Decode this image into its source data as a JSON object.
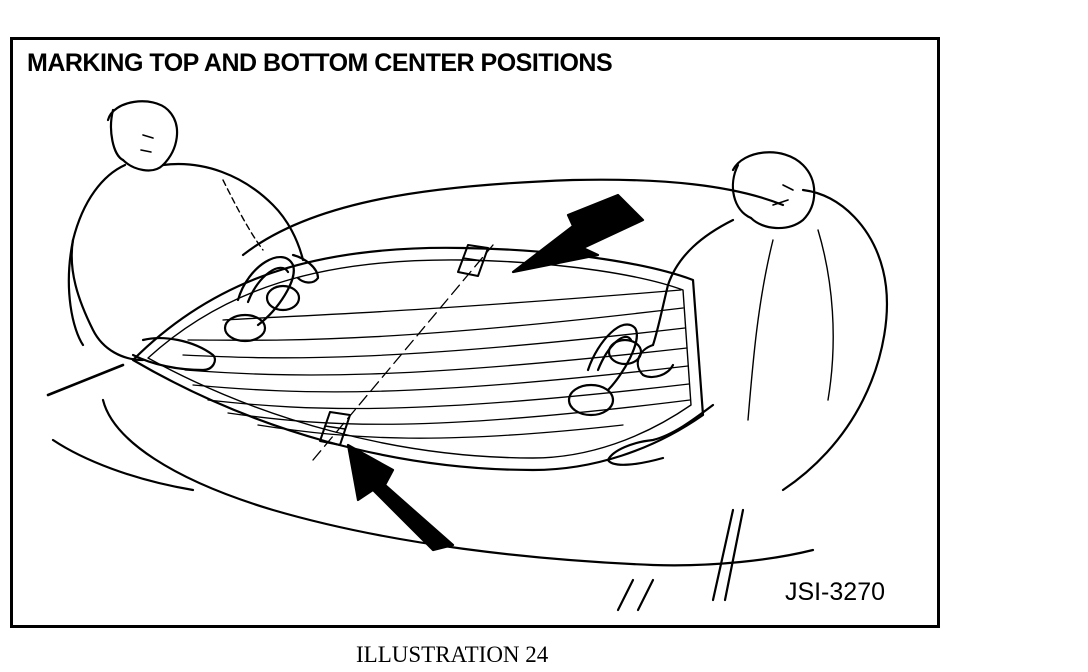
{
  "figure": {
    "title": "MARKING TOP AND BOTTOM CENTER POSITIONS",
    "code": "JSI-3270"
  },
  "caption": "ILLUSTRATION 24",
  "colors": {
    "ink": "#000000",
    "paper": "#ffffff"
  }
}
